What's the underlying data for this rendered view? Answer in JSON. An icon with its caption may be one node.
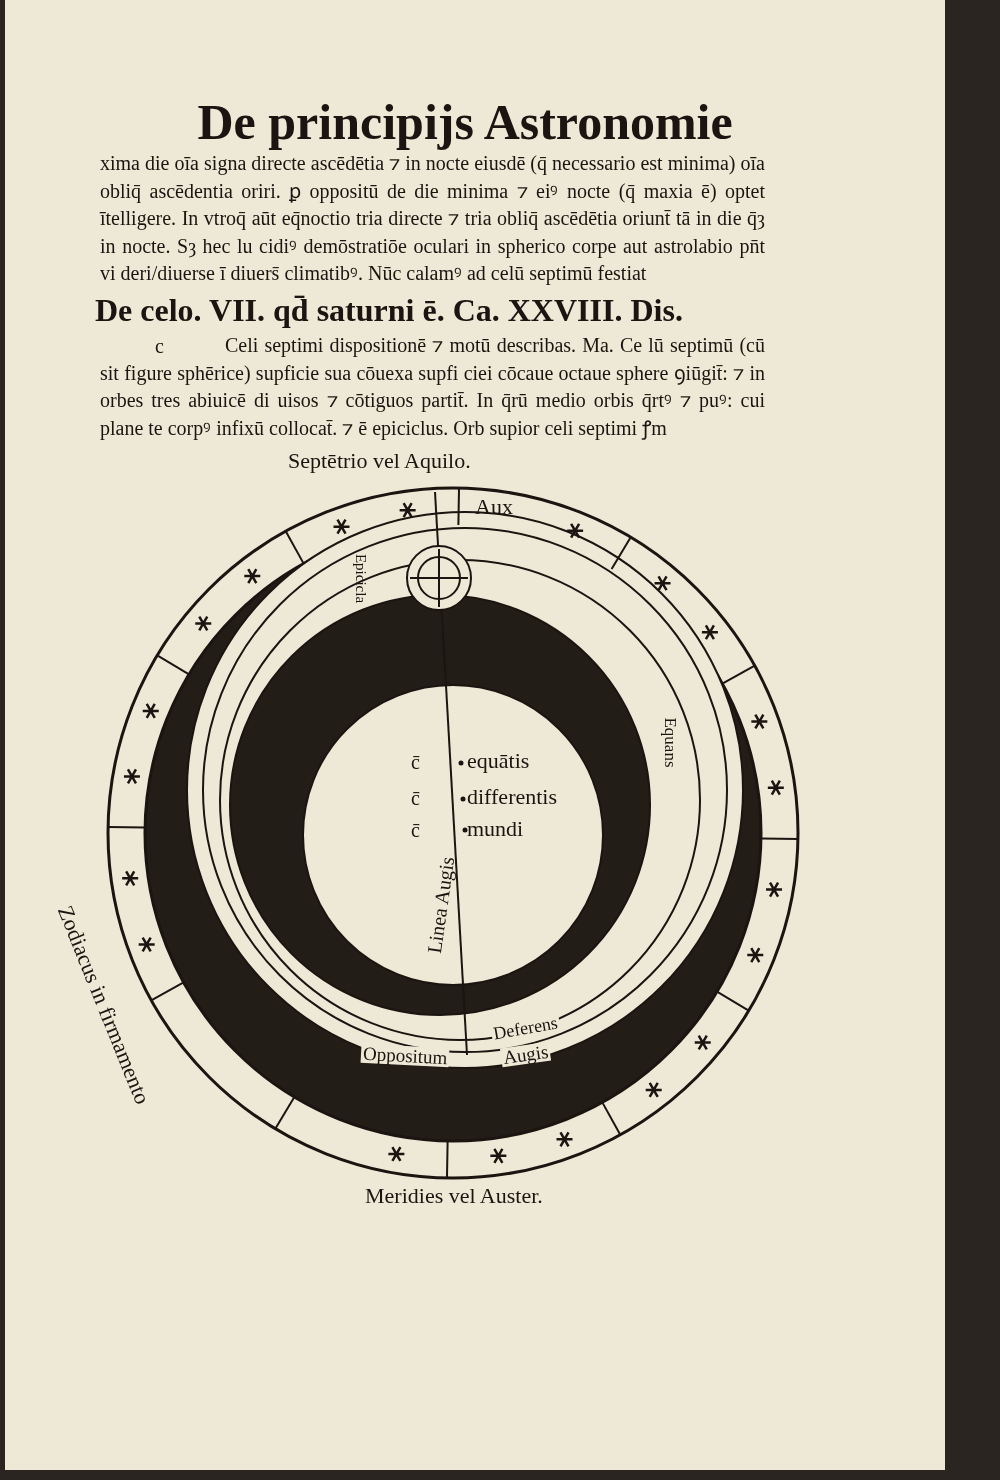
{
  "diagram": {
    "title": "De principijs Astronomie",
    "labels": [
      "xima die oīa signa directe ascēdētia ⁊ in nocte eiusdē (q̄ necessario est minima) oīa obliq̄ ascēdentia oriri. ꝑ oppositū de die minima ⁊ eiꝰ nocte (q̄ maxia ē) optet ītelligere. In vtroq̄ aūt eq̄noctio tria directe ⁊ tria obliq̄ ascēdētia oriunt̄ tā in die q̄ȝ in nocte. Sȝ hec lu cidiꝰ demōstratiōe oculari in spherico corpe aut astrolabio pn̄t vi deri/diuerse ī diuers̄ climatibꝰ. Nūc calamꝰ ad celū septimū festiat",
      "De celo. VII. qd̄ saturni ē. Ca. XXVIII. Dis.",
      "c",
      "Celi septimi dispositionē ⁊ motū describas. Ma. Ce lū septimū (cū sit figure sphērice) supficie sua cōuexa supfi ciei cōcaue octaue sphere ꝯiūgit̄: ⁊ in orbes tres abiuicē di uisos ⁊ cōtiguos partit̄. In q̄rū medio orbis q̄rtꝰ ⁊ puꝰ: cui plane te corpꝰ infixū collocat̄. ⁊ ē epiciclus. Orb supior celi septimi ꝭm",
      "Septētrio vel Aquilo.",
      "Aux",
      "Epicicla",
      "Equans",
      "c̄",
      "equātis",
      "c̄",
      "differentis",
      "c̄",
      "mundi",
      "Linea Augis",
      "Deferens",
      "Oppositum",
      "Augis",
      "Zodiacus in firmamento",
      "Meridies vel Auster."
    ]
  }
}
